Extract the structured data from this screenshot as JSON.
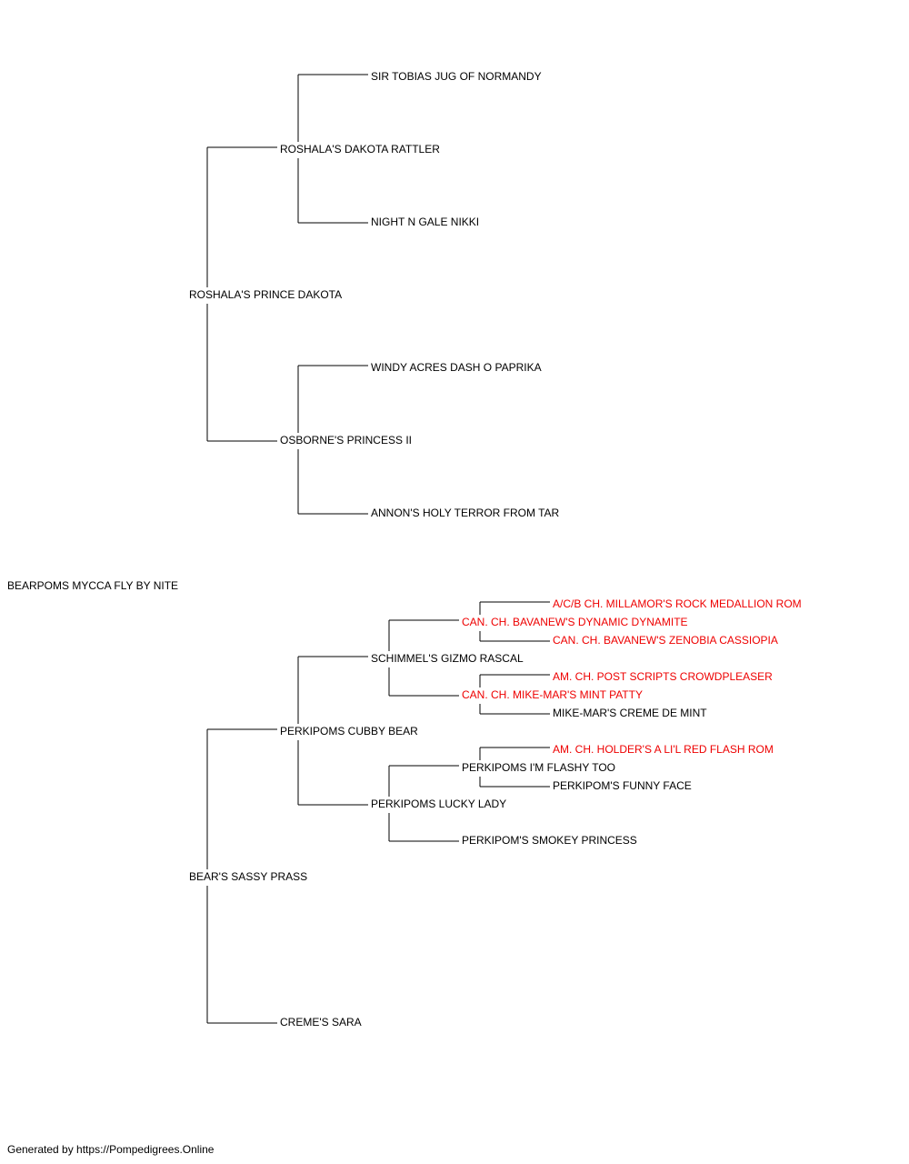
{
  "pedigree": {
    "subject": "BEARPOMS MYCCA FLY BY NITE",
    "sire": {
      "name": "ROSHALA'S PRINCE DAKOTA",
      "sire": {
        "name": "ROSHALA'S DAKOTA RATTLER",
        "sire": {
          "name": "SIR TOBIAS JUG OF NORMANDY"
        },
        "dam": {
          "name": "NIGHT N GALE NIKKI"
        }
      },
      "dam": {
        "name": "OSBORNE'S PRINCESS II",
        "sire": {
          "name": "WINDY ACRES DASH O PAPRIKA"
        },
        "dam": {
          "name": "ANNON'S HOLY TERROR FROM TAR"
        }
      }
    },
    "dam": {
      "name": "BEAR'S SASSY PRASS",
      "sire": {
        "name": "PERKIPOMS CUBBY BEAR",
        "sire": {
          "name": "SCHIMMEL'S GIZMO RASCAL",
          "sire": {
            "name": "CAN. CH. BAVANEW'S DYNAMIC DYNAMITE",
            "sire": {
              "name": "A/C/B CH. MILLAMOR'S ROCK MEDALLION ROM"
            },
            "dam": {
              "name": "CAN. CH. BAVANEW'S ZENOBIA CASSIOPIA"
            }
          },
          "dam": {
            "name": "CAN. CH. MIKE-MAR'S MINT PATTY",
            "sire": {
              "name": "AM. CH. POST SCRIPTS CROWDPLEASER"
            },
            "dam": {
              "name": "MIKE-MAR'S CREME DE MINT"
            }
          }
        },
        "dam": {
          "name": "PERKIPOMS LUCKY LADY",
          "sire": {
            "name": "PERKIPOMS I'M FLASHY TOO",
            "sire": {
              "name": "AM. CH. HOLDER'S A LI'L RED FLASH ROM"
            },
            "dam": {
              "name": "PERKIPOM'S FUNNY FACE"
            }
          },
          "dam": {
            "name": "PERKIPOM'S SMOKEY PRINCESS"
          }
        }
      },
      "dam": {
        "name": "CREME'S SARA"
      }
    }
  },
  "footer": "Generated by https://Pompedigrees.Online",
  "colors": {
    "champion_text": "#ee0000",
    "normal_text": "#000000",
    "line": "#000000"
  }
}
